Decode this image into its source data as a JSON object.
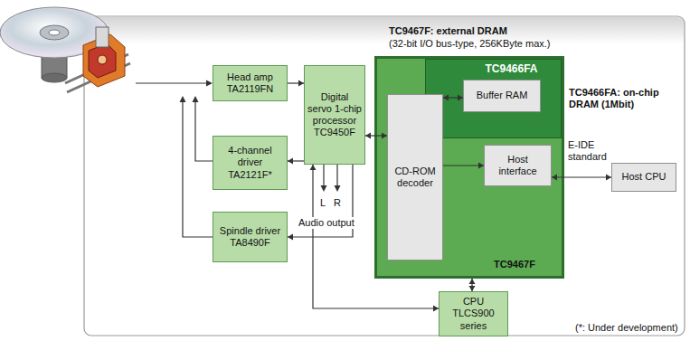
{
  "diagram": {
    "nodes": [
      {
        "text": [
          "Head amp",
          "TA2119FN"
        ]
      },
      {
        "text": [
          "Digital servo 1-chip processor",
          "TC9450F"
        ]
      },
      {
        "text": [
          "4-channel driver",
          "TA2121F*"
        ]
      },
      {
        "text": [
          "Spindle driver",
          "TA8490F"
        ]
      },
      {
        "text": [
          "TC9467F"
        ]
      },
      {
        "text": [
          "TC9466FA"
        ],
        "in": 4
      },
      {
        "text": [
          "Buffer RAM"
        ],
        "in": 5
      },
      {
        "text": [
          "CD-ROM decoder"
        ],
        "in": 4
      },
      {
        "text": [
          "Host interface"
        ],
        "in": 4
      },
      {
        "text": [
          "Host CPU"
        ]
      },
      {
        "text": [
          "CPU",
          "TLCS900 series"
        ]
      }
    ],
    "edges": [
      {
        "from": 0,
        "to": 1,
        "arrow": "to"
      },
      {
        "from": 1,
        "to": 2,
        "arrow": "to"
      },
      {
        "from": 1,
        "to": 3,
        "arrow": "to"
      },
      {
        "from": 1,
        "to": 7,
        "arrow": "both"
      },
      {
        "from": 7,
        "to": 6,
        "arrow": "both"
      },
      {
        "from": 7,
        "to": 8,
        "arrow": "to"
      },
      {
        "from": 8,
        "to": 9,
        "arrow": "both"
      },
      {
        "from": 4,
        "to": 10,
        "arrow": "both"
      },
      {
        "from": 1,
        "to": 10,
        "arrow": "both"
      }
    ],
    "labels": [
      "TC9467F: external DRAM",
      "(32-bit I/O bus-type, 256KByte max.)",
      "TC9466FA: on-chip DRAM (1Mbit)",
      "E-IDE standard",
      "L",
      "R",
      "Audio output",
      "(*: Under development)"
    ]
  }
}
